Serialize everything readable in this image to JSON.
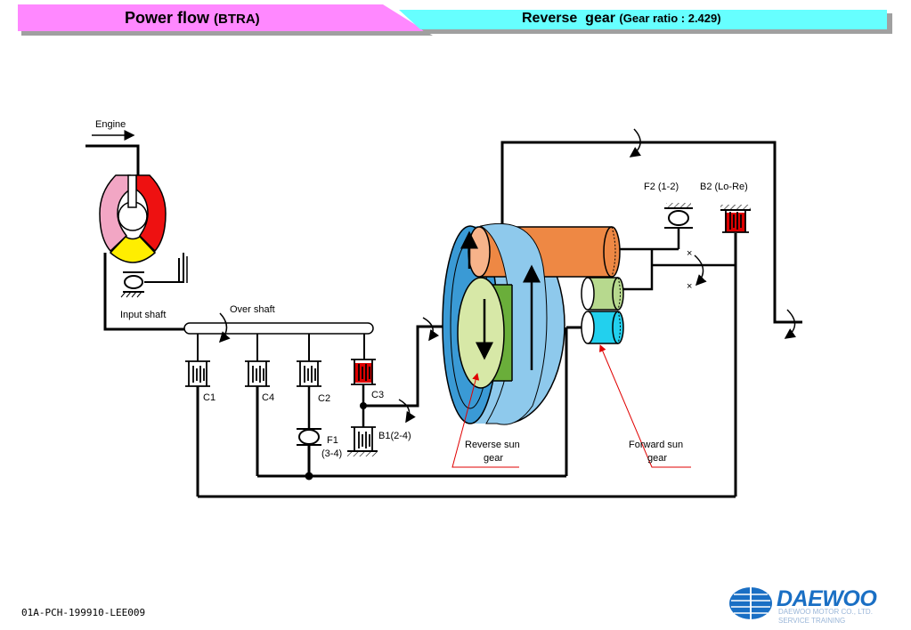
{
  "header": {
    "left_title": "Power flow",
    "left_subtitle": "(BTRA)",
    "right_title": "Reverse  gear",
    "right_subtitle": "(Gear ratio : 2.429)",
    "left_color": "#ff88ff",
    "right_color": "#66ffff"
  },
  "diagram": {
    "engine": "Engine",
    "input_shaft": "Input shaft",
    "over_shaft": "Over shaft",
    "c1": "C1",
    "c4": "C4",
    "c2": "C2",
    "c3": "C3",
    "b1": "B1(2-4)",
    "f1": "F1",
    "f1_range": "(3-4)",
    "f2": "F2 (1-2)",
    "b2": "B2 (Lo-Re)",
    "reverse_sun_line1": "Reverse sun",
    "reverse_sun_line2": "gear",
    "forward_sun_line1": "Forward sun",
    "forward_sun_line2": "gear",
    "x_mark": "×"
  },
  "footer": {
    "doc_id": "01A-PCH-199910-LEE009",
    "brand": "DAEWOO",
    "brand_line1": "DAEWOO MOTOR CO., LTD.",
    "brand_line2": "SERVICE TRAINING"
  }
}
